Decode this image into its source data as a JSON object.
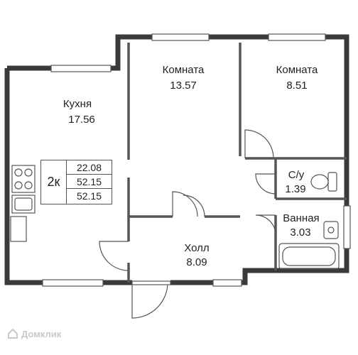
{
  "rooms": {
    "kitchen": {
      "name": "Кухня",
      "area": "17.56"
    },
    "room1": {
      "name": "Комната",
      "area": "13.57"
    },
    "room2": {
      "name": "Комната",
      "area": "8.51"
    },
    "wc": {
      "name": "С/у",
      "area": "1.39"
    },
    "bathroom": {
      "name": "Ванная",
      "area": "3.03"
    },
    "hall": {
      "name": "Холл",
      "area": "8.09"
    }
  },
  "summary": {
    "rooms_label": "2к",
    "total_area": "22.08",
    "living_area": "52.15",
    "extra_area": "52.15"
  },
  "watermark": {
    "text": "Домклик"
  },
  "colors": {
    "wall": "#3a3a3a",
    "line": "#555555"
  }
}
